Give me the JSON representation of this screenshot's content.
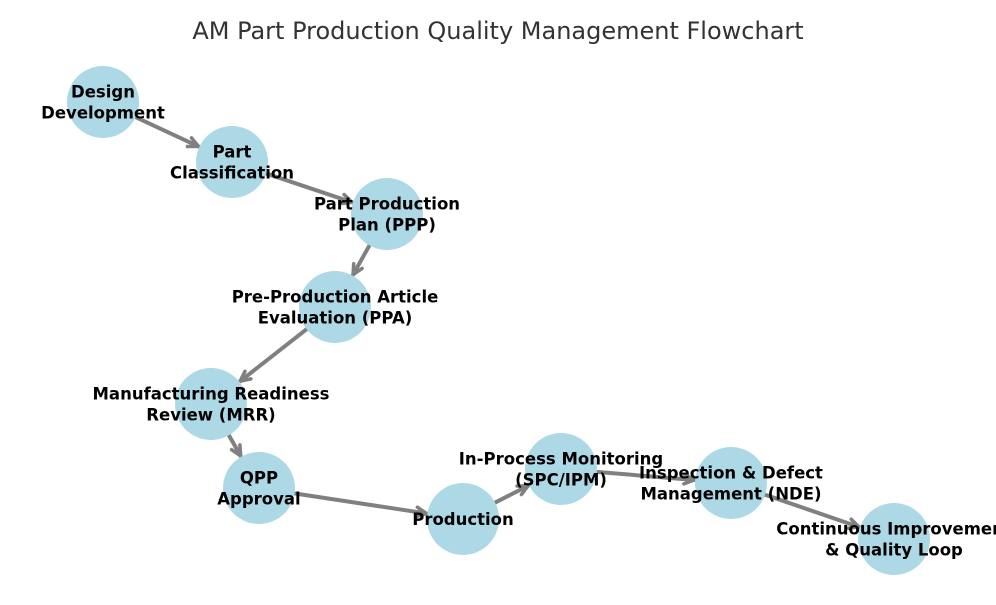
{
  "title": "AM Part Production Quality Management Flowchart",
  "colors": {
    "node_fill": "#add8e6",
    "edge": "#808080",
    "label": "#000000",
    "title": "#333333"
  },
  "nodes": [
    {
      "id": "design",
      "lines": [
        "Design",
        "Development"
      ]
    },
    {
      "id": "classification",
      "lines": [
        "Part",
        "Classification"
      ]
    },
    {
      "id": "ppp",
      "lines": [
        "Part Production",
        "Plan (PPP)"
      ]
    },
    {
      "id": "ppa",
      "lines": [
        "Pre-Production Article",
        "Evaluation (PPA)"
      ]
    },
    {
      "id": "mrr",
      "lines": [
        "Manufacturing Readiness",
        "Review (MRR)"
      ]
    },
    {
      "id": "qpp",
      "lines": [
        "QPP",
        "Approval"
      ]
    },
    {
      "id": "production",
      "lines": [
        "Production"
      ]
    },
    {
      "id": "monitoring",
      "lines": [
        "In-Process Monitoring",
        "(SPC/IPM)"
      ]
    },
    {
      "id": "inspection",
      "lines": [
        "Inspection & Defect",
        "Management (NDE)"
      ]
    },
    {
      "id": "improvement",
      "lines": [
        "Continuous Improvement",
        "& Quality Loop"
      ]
    }
  ],
  "edges": [
    {
      "from": "design",
      "to": "classification"
    },
    {
      "from": "classification",
      "to": "ppp"
    },
    {
      "from": "ppp",
      "to": "ppa"
    },
    {
      "from": "ppa",
      "to": "mrr"
    },
    {
      "from": "mrr",
      "to": "qpp"
    },
    {
      "from": "qpp",
      "to": "production"
    },
    {
      "from": "production",
      "to": "monitoring"
    },
    {
      "from": "monitoring",
      "to": "inspection"
    },
    {
      "from": "inspection",
      "to": "improvement"
    }
  ]
}
